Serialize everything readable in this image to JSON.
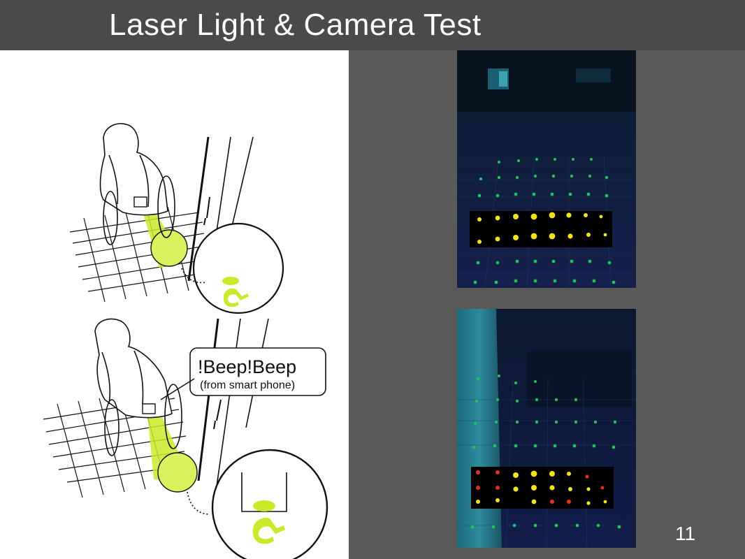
{
  "slide": {
    "title": "Laser Light & Camera Test",
    "page_number": "11"
  },
  "illustration": {
    "speech_bubble": {
      "line1": "!Beep!Beep",
      "line2": "(from smart phone)"
    }
  },
  "colors": {
    "background": "#595959",
    "title_bar": "#4a4a4a",
    "laser_green": "#c8ea2a",
    "dot_green": "#22c25a",
    "dot_yellow": "#f4e21a",
    "dot_red": "#e0331e"
  }
}
